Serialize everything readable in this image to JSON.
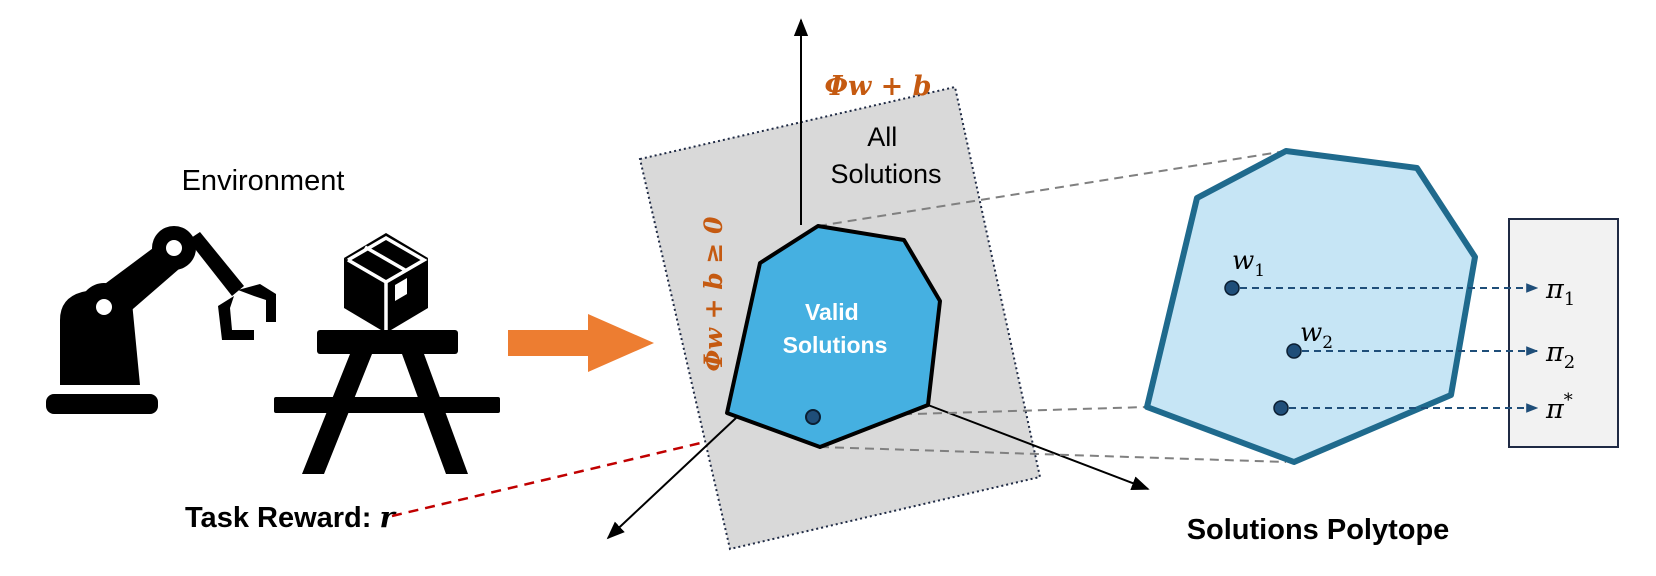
{
  "environment": {
    "title": "Environment",
    "task_reward_label": "Task Reward: ",
    "task_reward_symbol": "r"
  },
  "solution_space": {
    "formula_top": "Φw + b",
    "formula_side": "Φw + b ≥ 0",
    "all_solutions_line1": "All",
    "all_solutions_line2": "Solutions",
    "valid_line1": "Valid",
    "valid_line2": "Solutions"
  },
  "polytope": {
    "title": "Solutions Polytope",
    "points": [
      {
        "label": "w",
        "sub": "1",
        "policy": "π",
        "policy_sub": "1",
        "policy_sup": ""
      },
      {
        "label": "w",
        "sub": "2",
        "policy": "π",
        "policy_sub": "2",
        "policy_sup": ""
      },
      {
        "label": "",
        "sub": "",
        "policy": "π",
        "policy_sub": "",
        "policy_sup": "*"
      }
    ]
  },
  "colors": {
    "accent_orange": "#ED7D31",
    "formula_orange": "#C55A11",
    "valid_fill": "#45B0E1",
    "polytope_fill": "#C6E5F5",
    "polytope_stroke": "#1F6A8D",
    "plane_fill": "#D9D9D9",
    "reward_red": "#C00000",
    "dot_fill": "#1F4E79",
    "icon_black": "#000000"
  },
  "icons": [
    "robot-arm-icon",
    "package-box-icon",
    "picnic-table-icon",
    "arrow-right-icon"
  ]
}
